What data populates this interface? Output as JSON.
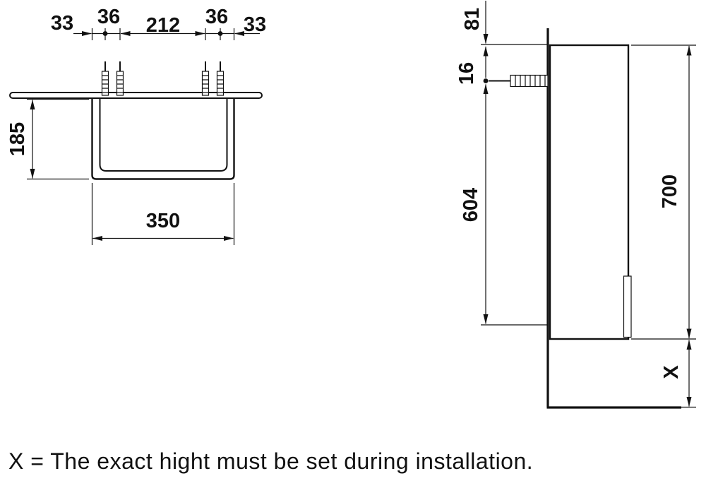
{
  "note": "X = The exact hight must be set during installation.",
  "front_view": {
    "dims": {
      "edge_to_anchor_left": "33",
      "anchor_pair_left": "36",
      "anchor_center_span": "212",
      "anchor_pair_right": "36",
      "edge_to_anchor_right": "33",
      "depth": "185",
      "width": "350"
    }
  },
  "side_view": {
    "dims": {
      "top_clearance": "81",
      "anchor_offset": "16",
      "anchor_to_bottom": "604",
      "height": "700",
      "floor_clearance": "X"
    }
  },
  "colors": {
    "ink": "#111111",
    "background": "#ffffff"
  }
}
